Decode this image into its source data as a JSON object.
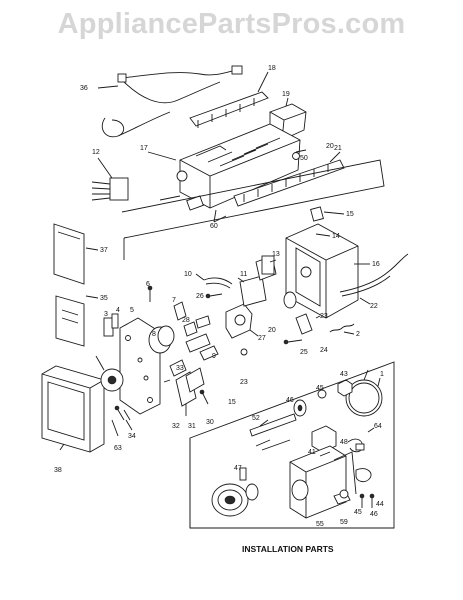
{
  "watermark": "AppliancePartsPros.com",
  "caption": "INSTALLATION PARTS",
  "callouts": [
    "36",
    "18",
    "19",
    "12",
    "17",
    "20",
    "50",
    "21",
    "60",
    "15",
    "37",
    "14",
    "13",
    "16",
    "10",
    "11",
    "6",
    "26",
    "7",
    "22",
    "35",
    "3",
    "4",
    "5",
    "28",
    "20",
    "23",
    "27",
    "2",
    "25",
    "24",
    "33",
    "8",
    "9",
    "23",
    "1",
    "43",
    "45",
    "38",
    "31",
    "32",
    "30",
    "15",
    "34",
    "63",
    "52",
    "46",
    "48",
    "47",
    "41",
    "64",
    "55",
    "59",
    "44",
    "45",
    "46"
  ]
}
